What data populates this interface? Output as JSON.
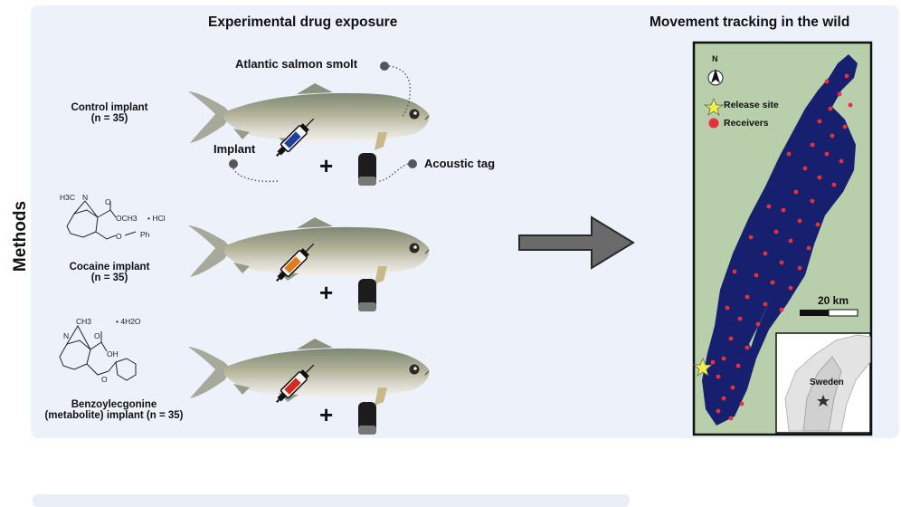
{
  "side_label": "Methods",
  "exposure_title": "Experimental drug exposure",
  "tracking_title": "Movement tracking in the wild",
  "callouts": {
    "fish": "Atlantic salmon smolt",
    "implant": "Implant",
    "tag": "Acoustic tag"
  },
  "groups": [
    {
      "label": "Control implant",
      "n": "(n = 35)",
      "syringe_color": "#1e3f9e"
    },
    {
      "label": "Cocaine implant",
      "n": "(n = 35)",
      "syringe_color": "#e07a1f"
    },
    {
      "label": "Benzoylecgonine",
      "label2": "(metabolite) implant (n = 35)",
      "syringe_color": "#d52b1e"
    }
  ],
  "plus": "+",
  "chem": {
    "cocaine": {
      "nmethyl": "H3C",
      "n": "N",
      "ester": "OCH3",
      "o1": "O",
      "o2": "O",
      "ph": "Ph",
      "salt": "• HCl"
    },
    "benzoyl": {
      "methyl": "CH3",
      "n": "N",
      "oh": "OH",
      "o1": "O",
      "o2": "O",
      "salt": "• 4H2O"
    }
  },
  "map": {
    "north": "N",
    "legend_release": "Release site",
    "legend_receivers": "Receivers",
    "scale": "20 km",
    "inset_country": "Sweden",
    "colors": {
      "water": "#16206e",
      "land": "#b7cfaa",
      "receiver": "#e8303a",
      "release": "#f1ee4a"
    }
  }
}
